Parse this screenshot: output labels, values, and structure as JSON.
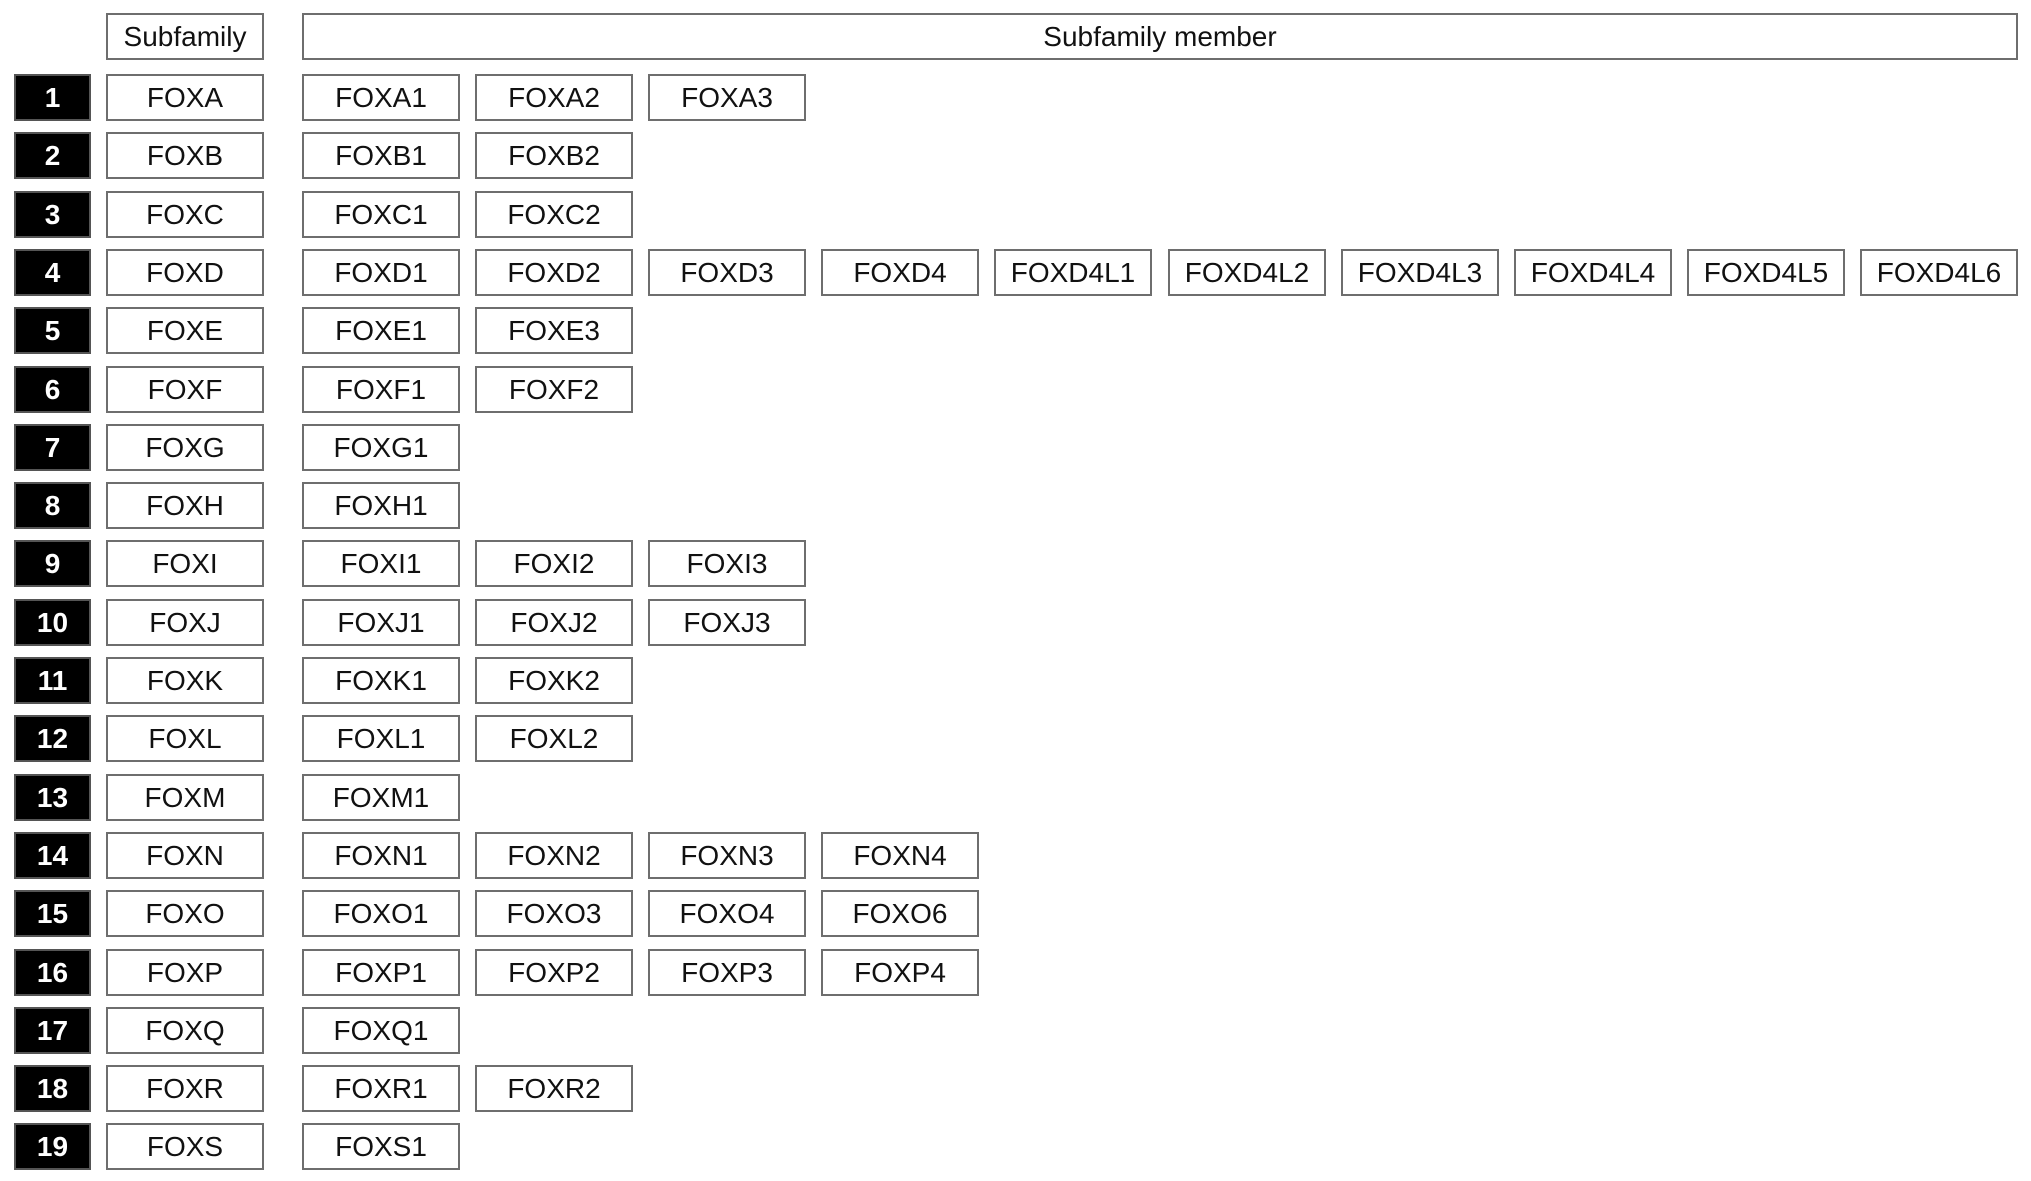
{
  "headers": {
    "subfamily": "Subfamily",
    "member": "Subfamily member"
  },
  "rows": [
    {
      "number": "1",
      "subfamily": "FOXA",
      "members": [
        "FOXA1",
        "FOXA2",
        "FOXA3"
      ]
    },
    {
      "number": "2",
      "subfamily": "FOXB",
      "members": [
        "FOXB1",
        "FOXB2"
      ]
    },
    {
      "number": "3",
      "subfamily": "FOXC",
      "members": [
        "FOXC1",
        "FOXC2"
      ]
    },
    {
      "number": "4",
      "subfamily": "FOXD",
      "members": [
        "FOXD1",
        "FOXD2",
        "FOXD3",
        "FOXD4",
        "FOXD4L1",
        "FOXD4L2",
        "FOXD4L3",
        "FOXD4L4",
        "FOXD4L5",
        "FOXD4L6"
      ]
    },
    {
      "number": "5",
      "subfamily": "FOXE",
      "members": [
        "FOXE1",
        "FOXE3"
      ]
    },
    {
      "number": "6",
      "subfamily": "FOXF",
      "members": [
        "FOXF1",
        "FOXF2"
      ]
    },
    {
      "number": "7",
      "subfamily": "FOXG",
      "members": [
        "FOXG1"
      ]
    },
    {
      "number": "8",
      "subfamily": "FOXH",
      "members": [
        "FOXH1"
      ]
    },
    {
      "number": "9",
      "subfamily": "FOXI",
      "members": [
        "FOXI1",
        "FOXI2",
        "FOXI3"
      ]
    },
    {
      "number": "10",
      "subfamily": "FOXJ",
      "members": [
        "FOXJ1",
        "FOXJ2",
        "FOXJ3"
      ]
    },
    {
      "number": "11",
      "subfamily": "FOXK",
      "members": [
        "FOXK1",
        "FOXK2"
      ]
    },
    {
      "number": "12",
      "subfamily": "FOXL",
      "members": [
        "FOXL1",
        "FOXL2"
      ]
    },
    {
      "number": "13",
      "subfamily": "FOXM",
      "members": [
        "FOXM1"
      ]
    },
    {
      "number": "14",
      "subfamily": "FOXN",
      "members": [
        "FOXN1",
        "FOXN2",
        "FOXN3",
        "FOXN4"
      ]
    },
    {
      "number": "15",
      "subfamily": "FOXO",
      "members": [
        "FOXO1",
        "FOXO3",
        "FOXO4",
        "FOXO6"
      ]
    },
    {
      "number": "16",
      "subfamily": "FOXP",
      "members": [
        "FOXP1",
        "FOXP2",
        "FOXP3",
        "FOXP4"
      ]
    },
    {
      "number": "17",
      "subfamily": "FOXQ",
      "members": [
        "FOXQ1"
      ]
    },
    {
      "number": "18",
      "subfamily": "FOXR",
      "members": [
        "FOXR1",
        "FOXR2"
      ]
    },
    {
      "number": "19",
      "subfamily": "FOXS",
      "members": [
        "FOXS1"
      ]
    }
  ]
}
